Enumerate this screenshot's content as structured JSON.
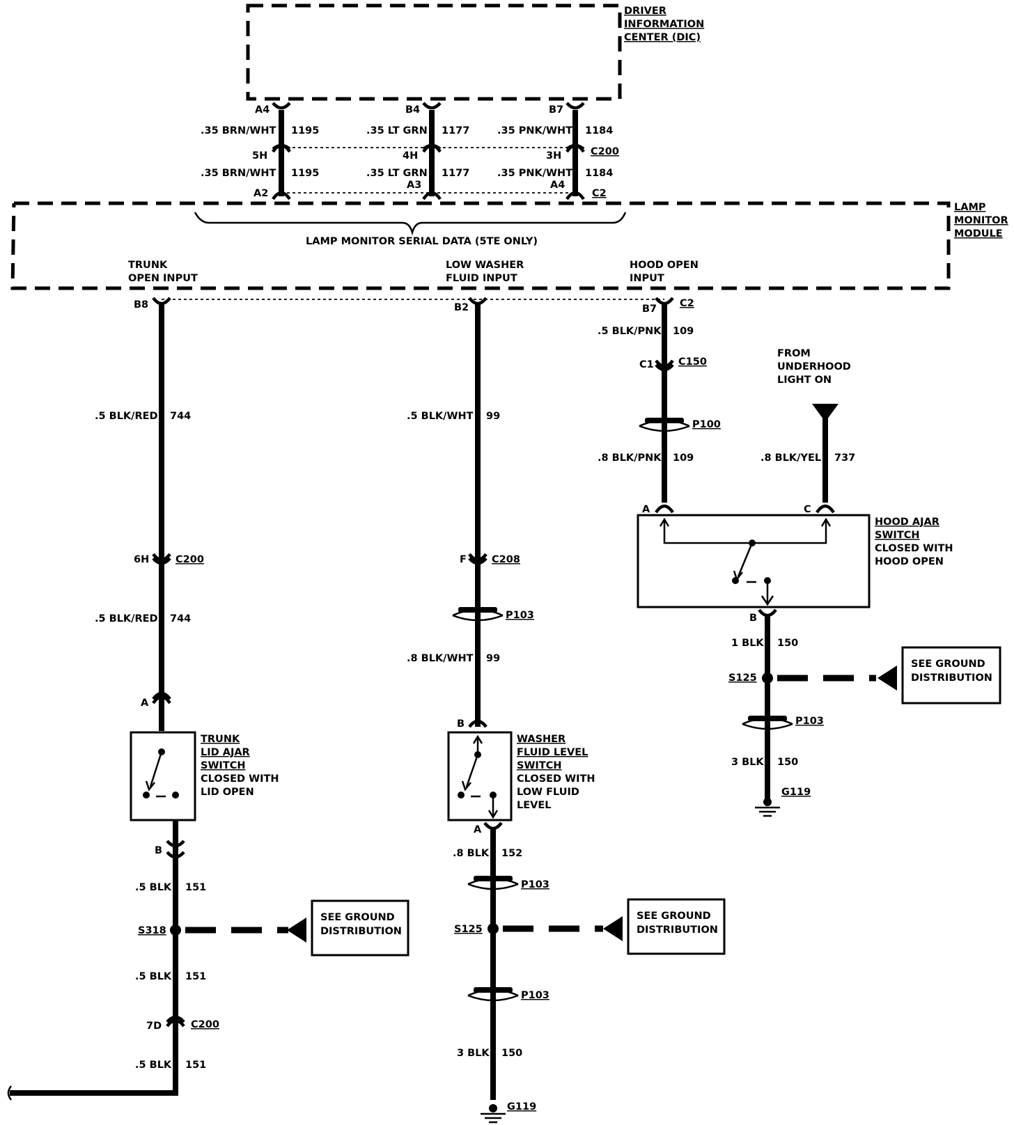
{
  "components": {
    "dic": [
      "DRIVER",
      "INFORMATION",
      "CENTER (DIC)"
    ],
    "lamp_monitor_module": [
      "LAMP",
      "MONITOR",
      "MODULE"
    ],
    "serial_data": "LAMP MONITOR SERIAL DATA (5TE ONLY)",
    "trunk_input": [
      "TRUNK",
      "OPEN INPUT"
    ],
    "washer_input": [
      "LOW WASHER",
      "FLUID INPUT"
    ],
    "hood_input": [
      "HOOD OPEN",
      "INPUT"
    ],
    "from_underhood": [
      "FROM",
      "UNDERHOOD",
      "LIGHT ON"
    ],
    "hood_switch": [
      "HOOD AJAR",
      "SWITCH",
      "CLOSED WITH",
      "HOOD OPEN"
    ],
    "trunk_switch": [
      "TRUNK",
      "LID AJAR",
      "SWITCH",
      "CLOSED WITH",
      "LID OPEN"
    ],
    "washer_switch": [
      "WASHER",
      "FLUID LEVEL",
      "SWITCH",
      "CLOSED WITH",
      "LOW FLUID",
      "LEVEL"
    ],
    "see_ground": [
      "SEE GROUND",
      "DISTRIBUTION"
    ]
  },
  "serial_wires": [
    {
      "pin_top": "A4",
      "mid": "5H",
      "pin_bot": "A2",
      "wire": ".35 BRN/WHT",
      "circuit": "1195"
    },
    {
      "pin_top": "B4",
      "mid": "4H",
      "pin_bot": "A3",
      "wire": ".35 LT GRN",
      "circuit": "1177"
    },
    {
      "pin_top": "B7",
      "mid": "3H",
      "pin_bot": "A4",
      "wire": ".35 PNK/WHT",
      "circuit": "1184"
    }
  ],
  "connectors": {
    "c200": "C200",
    "c2": "C2",
    "c150": "C150",
    "c208": "C208",
    "p100": "P100",
    "p103": "P103",
    "s125": "S125",
    "s318": "S318",
    "g119": "G119"
  },
  "trunk": {
    "pin_b8": "B8",
    "wire1": ".5 BLK/RED",
    "circ1": "744",
    "pin_6h": "6H",
    "wire2": ".5 BLK/RED",
    "circ2": "744",
    "pin_a": "A",
    "pin_b": "B",
    "wire3": ".5 BLK",
    "circ3": "151",
    "wire4": ".5 BLK",
    "circ4": "151",
    "pin_7d": "7D",
    "wire5": ".5 BLK",
    "circ5": "151"
  },
  "washer": {
    "pin_b2": "B2",
    "wire1": ".5 BLK/WHT",
    "circ1": "99",
    "pin_f": "F",
    "wire2": ".8 BLK/WHT",
    "circ2": "99",
    "pin_b": "B",
    "pin_a": "A",
    "wire3": ".8 BLK",
    "circ3": "152",
    "wire4": "3 BLK",
    "circ4": "150"
  },
  "hood": {
    "pin_b7": "B7",
    "wire1": ".5 BLK/PNK",
    "circ1": "109",
    "pin_c1": "C1",
    "wire2": ".8 BLK/PNK",
    "circ2": "109",
    "wire_yel": ".8 BLK/YEL",
    "circ_yel": "737",
    "pin_a": "A",
    "pin_c": "C",
    "pin_b": "B",
    "wire3": "1 BLK",
    "circ3": "150",
    "wire4": "3 BLK",
    "circ4": "150"
  }
}
